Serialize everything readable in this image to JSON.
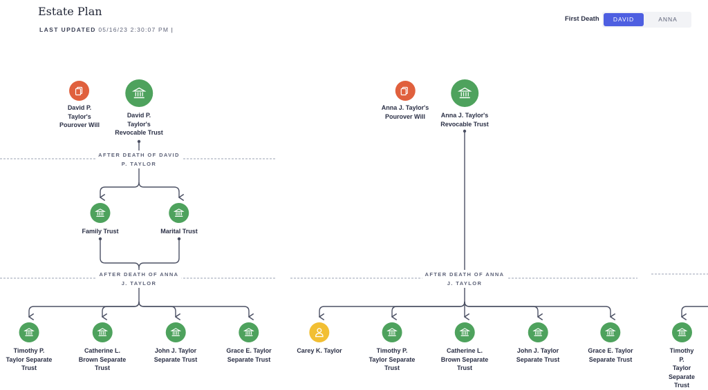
{
  "header": {
    "title": "Estate Plan",
    "updated_label": "LAST UPDATED",
    "updated_value": "05/16/23 2:30:07 PM"
  },
  "first_death": {
    "label": "First Death",
    "options": [
      "DAVID",
      "ANNA"
    ],
    "selected": "DAVID"
  },
  "david": {
    "will": "David P.\nTaylor's\nPourover Will",
    "trust": "David P.\nTaylor's\nRevocable Trust",
    "after_death": "AFTER DEATH OF DAVID\nP. TAYLOR",
    "family_trust": "Family Trust",
    "marital_trust": "Marital Trust",
    "after_death_anna": "AFTER DEATH OF ANNA\nJ. TAYLOR",
    "beneficiaries": [
      "Timothy P.\nTaylor Separate\nTrust",
      "Catherine L.\nBrown Separate\nTrust",
      "John J. Taylor\nSeparate Trust",
      "Grace E. Taylor\nSeparate Trust"
    ]
  },
  "anna": {
    "will": "Anna J. Taylor's\nPourover Will",
    "trust": "Anna J. Taylor's\nRevocable Trust",
    "after_death": "AFTER DEATH OF ANNA\nJ. TAYLOR",
    "beneficiaries": [
      "Carey K. Taylor",
      "Timothy P.\nTaylor Separate\nTrust",
      "Catherine L.\nBrown Separate\nTrust",
      "John J. Taylor\nSeparate Trust",
      "Grace E. Taylor\nSeparate Trust"
    ]
  },
  "third": {
    "beneficiary": "Timothy P.\nTaylor Separate\nTrust"
  }
}
